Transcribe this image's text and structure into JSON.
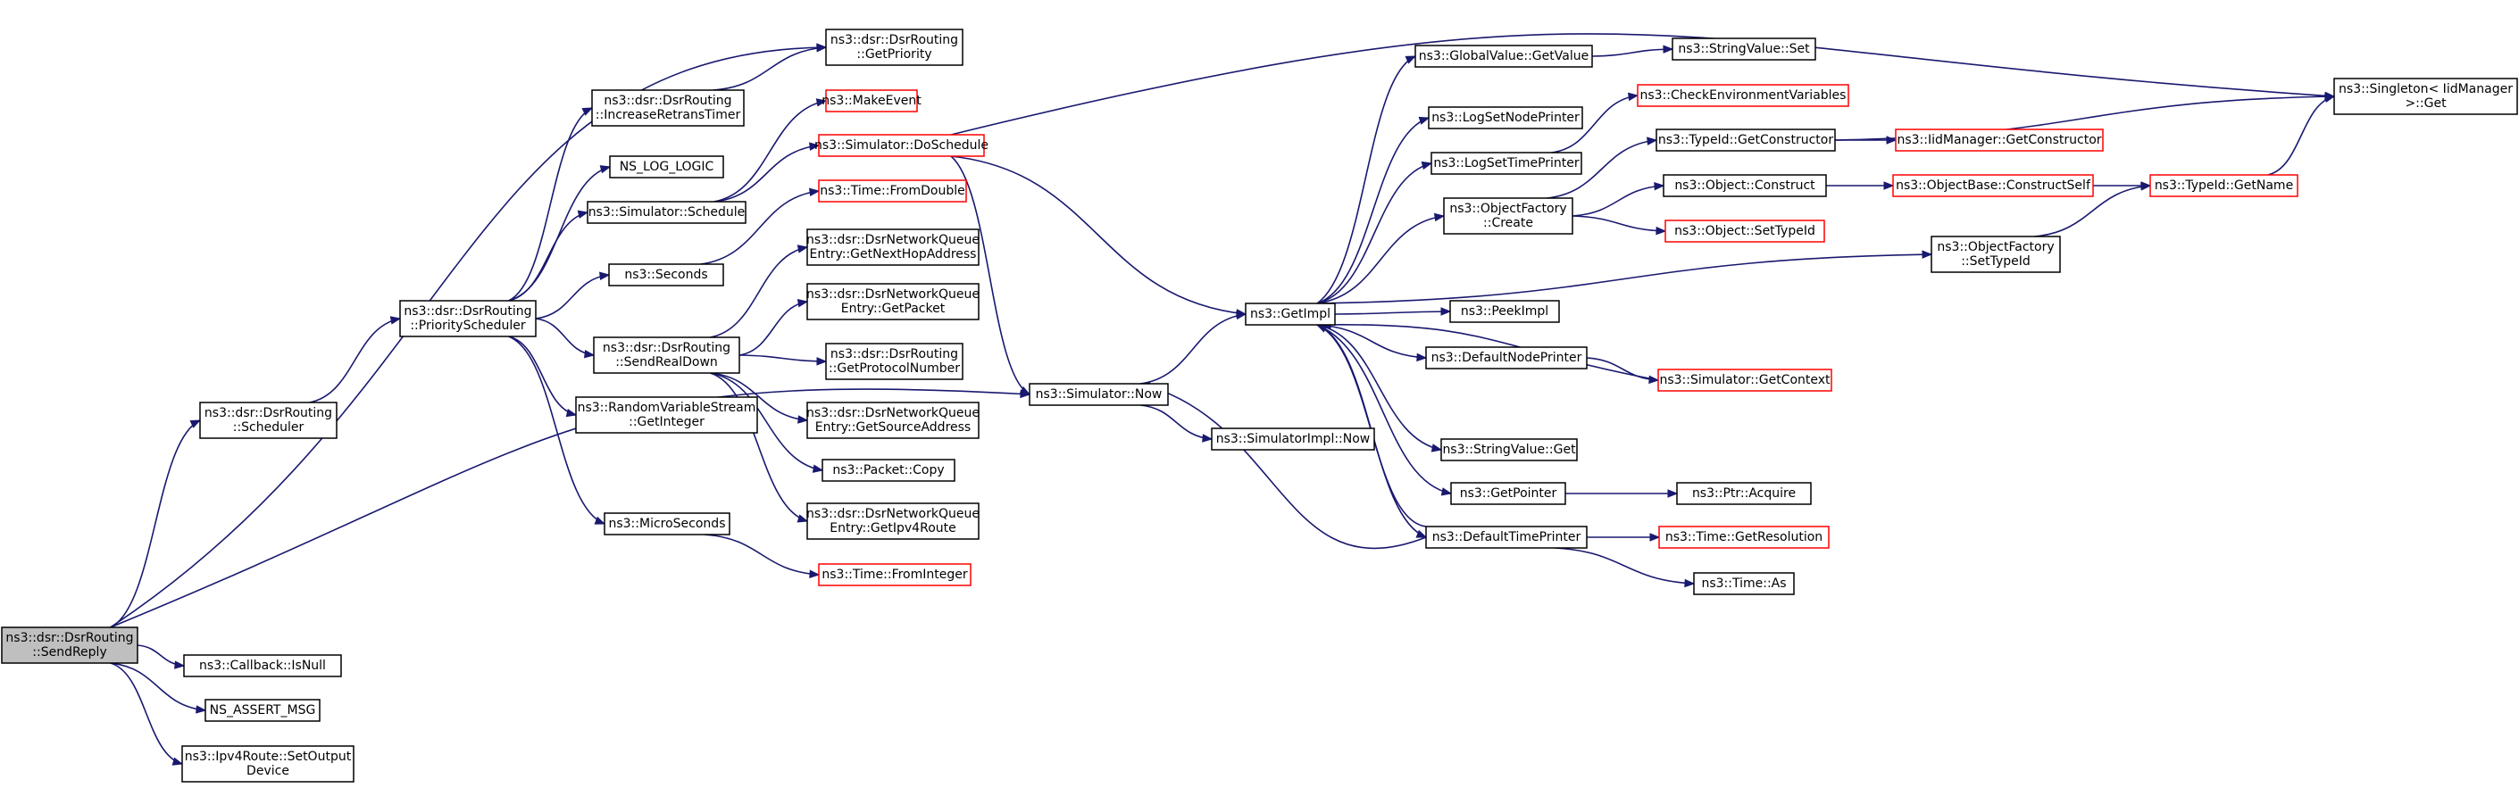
{
  "colors": {
    "edge": "#191970",
    "node_border": "#000000",
    "node_border_missing": "#ff0000",
    "root_fill": "#bfbfbf"
  },
  "nodes": [
    {
      "id": "send_reply",
      "lines": [
        "ns3::dsr::DsrRouting",
        "::SendReply"
      ],
      "style": "root"
    },
    {
      "id": "get_priority",
      "lines": [
        "ns3::dsr::DsrRouting",
        "::GetPriority"
      ],
      "style": "normal"
    },
    {
      "id": "increase_retrans",
      "lines": [
        "ns3::dsr::DsrRouting",
        "::IncreaseRetransTimer"
      ],
      "style": "normal"
    },
    {
      "id": "ns_log_logic",
      "lines": [
        "NS_LOG_LOGIC"
      ],
      "style": "normal"
    },
    {
      "id": "sim_schedule",
      "lines": [
        "ns3::Simulator::Schedule"
      ],
      "style": "normal"
    },
    {
      "id": "make_event",
      "lines": [
        "ns3::MakeEvent"
      ],
      "style": "red"
    },
    {
      "id": "sim_doschedule",
      "lines": [
        "ns3::Simulator::DoSchedule"
      ],
      "style": "red"
    },
    {
      "id": "time_fromdouble",
      "lines": [
        "ns3::Time::FromDouble"
      ],
      "style": "red"
    },
    {
      "id": "seconds",
      "lines": [
        "ns3::Seconds"
      ],
      "style": "normal"
    },
    {
      "id": "priority_scheduler",
      "lines": [
        "ns3::dsr::DsrRouting",
        "::PriorityScheduler"
      ],
      "style": "normal"
    },
    {
      "id": "scheduler",
      "lines": [
        "ns3::dsr::DsrRouting",
        "::Scheduler"
      ],
      "style": "normal"
    },
    {
      "id": "get_next_hop",
      "lines": [
        "ns3::dsr::DsrNetworkQueue",
        "Entry::GetNextHopAddress"
      ],
      "style": "normal"
    },
    {
      "id": "get_packet",
      "lines": [
        "ns3::dsr::DsrNetworkQueue",
        "Entry::GetPacket"
      ],
      "style": "normal"
    },
    {
      "id": "get_protocol",
      "lines": [
        "ns3::dsr::DsrRouting",
        "::GetProtocolNumber"
      ],
      "style": "normal"
    },
    {
      "id": "send_real_down",
      "lines": [
        "ns3::dsr::DsrRouting",
        "::SendRealDown"
      ],
      "style": "normal"
    },
    {
      "id": "rvs_getinteger",
      "lines": [
        "ns3::RandomVariableStream",
        "::GetInteger"
      ],
      "style": "normal"
    },
    {
      "id": "get_source",
      "lines": [
        "ns3::dsr::DsrNetworkQueue",
        "Entry::GetSourceAddress"
      ],
      "style": "normal"
    },
    {
      "id": "packet_copy",
      "lines": [
        "ns3::Packet::Copy"
      ],
      "style": "normal"
    },
    {
      "id": "get_ipv4route",
      "lines": [
        "ns3::dsr::DsrNetworkQueue",
        "Entry::GetIpv4Route"
      ],
      "style": "normal"
    },
    {
      "id": "microseconds",
      "lines": [
        "ns3::MicroSeconds"
      ],
      "style": "normal"
    },
    {
      "id": "time_frominteger",
      "lines": [
        "ns3::Time::FromInteger"
      ],
      "style": "red"
    },
    {
      "id": "callback_isnull",
      "lines": [
        "ns3::Callback::IsNull"
      ],
      "style": "normal"
    },
    {
      "id": "ns_assert_msg",
      "lines": [
        "NS_ASSERT_MSG"
      ],
      "style": "normal"
    },
    {
      "id": "ipv4route_setoutput",
      "lines": [
        "ns3::Ipv4Route::SetOutput",
        "Device"
      ],
      "style": "normal"
    },
    {
      "id": "sim_now",
      "lines": [
        "ns3::Simulator::Now"
      ],
      "style": "normal"
    },
    {
      "id": "simimpl_now",
      "lines": [
        "ns3::SimulatorImpl::Now"
      ],
      "style": "normal"
    },
    {
      "id": "getimpl",
      "lines": [
        "ns3::GetImpl"
      ],
      "style": "normal"
    },
    {
      "id": "globalvalue_getvalue",
      "lines": [
        "ns3::GlobalValue::GetValue"
      ],
      "style": "normal"
    },
    {
      "id": "stringvalue_set",
      "lines": [
        "ns3::StringValue::Set"
      ],
      "style": "normal"
    },
    {
      "id": "lognode_printer",
      "lines": [
        "ns3::LogSetNodePrinter"
      ],
      "style": "normal"
    },
    {
      "id": "check_env",
      "lines": [
        "ns3::CheckEnvironmentVariables"
      ],
      "style": "red"
    },
    {
      "id": "logtime_printer",
      "lines": [
        "ns3::LogSetTimePrinter"
      ],
      "style": "normal"
    },
    {
      "id": "objfactory_create",
      "lines": [
        "ns3::ObjectFactory",
        "::Create"
      ],
      "style": "normal"
    },
    {
      "id": "typeid_getconstructor",
      "lines": [
        "ns3::TypeId::GetConstructor"
      ],
      "style": "normal"
    },
    {
      "id": "iidmanager_getconstructor",
      "lines": [
        "ns3::IidManager::GetConstructor"
      ],
      "style": "red"
    },
    {
      "id": "object_construct",
      "lines": [
        "ns3::Object::Construct"
      ],
      "style": "normal"
    },
    {
      "id": "objectbase_constructself",
      "lines": [
        "ns3::ObjectBase::ConstructSelf"
      ],
      "style": "red"
    },
    {
      "id": "object_settypeid",
      "lines": [
        "ns3::Object::SetTypeId"
      ],
      "style": "red"
    },
    {
      "id": "typeid_getname",
      "lines": [
        "ns3::TypeId::GetName"
      ],
      "style": "red"
    },
    {
      "id": "singleton_get",
      "lines": [
        "ns3::Singleton< IidManager",
        " >::Get"
      ],
      "style": "normal"
    },
    {
      "id": "objfactory_settypeid",
      "lines": [
        "ns3::ObjectFactory",
        "::SetTypeId"
      ],
      "style": "normal"
    },
    {
      "id": "peekimpl",
      "lines": [
        "ns3::PeekImpl"
      ],
      "style": "normal"
    },
    {
      "id": "defaultnode_printer",
      "lines": [
        "ns3::DefaultNodePrinter"
      ],
      "style": "normal"
    },
    {
      "id": "sim_getcontext",
      "lines": [
        "ns3::Simulator::GetContext"
      ],
      "style": "red"
    },
    {
      "id": "stringvalue_get",
      "lines": [
        "ns3::StringValue::Get"
      ],
      "style": "normal"
    },
    {
      "id": "getpointer",
      "lines": [
        "ns3::GetPointer"
      ],
      "style": "normal"
    },
    {
      "id": "ptr_acquire",
      "lines": [
        "ns3::Ptr::Acquire"
      ],
      "style": "normal"
    },
    {
      "id": "defaulttime_printer",
      "lines": [
        "ns3::DefaultTimePrinter"
      ],
      "style": "normal"
    },
    {
      "id": "time_getresolution",
      "lines": [
        "ns3::Time::GetResolution"
      ],
      "style": "red"
    },
    {
      "id": "time_as",
      "lines": [
        "ns3::Time::As"
      ],
      "style": "normal"
    }
  ],
  "edges": [
    [
      "send_reply",
      "get_priority"
    ],
    [
      "send_reply",
      "scheduler"
    ],
    [
      "send_reply",
      "sim_now"
    ],
    [
      "send_reply",
      "callback_isnull"
    ],
    [
      "send_reply",
      "ns_assert_msg"
    ],
    [
      "send_reply",
      "ipv4route_setoutput"
    ],
    [
      "scheduler",
      "priority_scheduler"
    ],
    [
      "priority_scheduler",
      "increase_retrans"
    ],
    [
      "priority_scheduler",
      "ns_log_logic"
    ],
    [
      "priority_scheduler",
      "sim_schedule"
    ],
    [
      "priority_scheduler",
      "seconds"
    ],
    [
      "priority_scheduler",
      "send_real_down"
    ],
    [
      "priority_scheduler",
      "rvs_getinteger"
    ],
    [
      "priority_scheduler",
      "microseconds"
    ],
    [
      "increase_retrans",
      "get_priority"
    ],
    [
      "sim_schedule",
      "make_event"
    ],
    [
      "sim_schedule",
      "sim_doschedule"
    ],
    [
      "seconds",
      "time_fromdouble"
    ],
    [
      "microseconds",
      "time_frominteger"
    ],
    [
      "send_real_down",
      "get_next_hop"
    ],
    [
      "send_real_down",
      "get_packet"
    ],
    [
      "send_real_down",
      "get_protocol"
    ],
    [
      "send_real_down",
      "get_source"
    ],
    [
      "send_real_down",
      "packet_copy"
    ],
    [
      "send_real_down",
      "get_ipv4route"
    ],
    [
      "sim_doschedule",
      "getimpl"
    ],
    [
      "sim_doschedule",
      "sim_now"
    ],
    [
      "sim_doschedule",
      "singleton_get"
    ],
    [
      "sim_now",
      "getimpl"
    ],
    [
      "sim_now",
      "simimpl_now"
    ],
    [
      "getimpl",
      "globalvalue_getvalue"
    ],
    [
      "getimpl",
      "lognode_printer"
    ],
    [
      "getimpl",
      "logtime_printer"
    ],
    [
      "getimpl",
      "objfactory_create"
    ],
    [
      "getimpl",
      "objfactory_settypeid"
    ],
    [
      "getimpl",
      "peekimpl"
    ],
    [
      "getimpl",
      "defaultnode_printer"
    ],
    [
      "getimpl",
      "stringvalue_get"
    ],
    [
      "getimpl",
      "getpointer"
    ],
    [
      "getimpl",
      "defaulttime_printer"
    ],
    [
      "globalvalue_getvalue",
      "stringvalue_set"
    ],
    [
      "logtime_printer",
      "check_env"
    ],
    [
      "objfactory_create",
      "typeid_getconstructor"
    ],
    [
      "objfactory_create",
      "object_construct"
    ],
    [
      "objfactory_create",
      "object_settypeid"
    ],
    [
      "typeid_getconstructor",
      "iidmanager_getconstructor"
    ],
    [
      "typeid_getconstructor",
      "singleton_get"
    ],
    [
      "object_construct",
      "objectbase_constructself"
    ],
    [
      "objectbase_constructself",
      "typeid_getname"
    ],
    [
      "objfactory_settypeid",
      "typeid_getname"
    ],
    [
      "typeid_getname",
      "singleton_get"
    ],
    [
      "defaultnode_printer",
      "sim_getcontext"
    ],
    [
      "sim_getcontext",
      "getimpl"
    ],
    [
      "getpointer",
      "ptr_acquire"
    ],
    [
      "defaulttime_printer",
      "time_getresolution"
    ],
    [
      "defaulttime_printer",
      "time_as"
    ],
    [
      "defaulttime_printer",
      "getimpl"
    ],
    [
      "defaulttime_printer",
      "sim_now"
    ]
  ]
}
